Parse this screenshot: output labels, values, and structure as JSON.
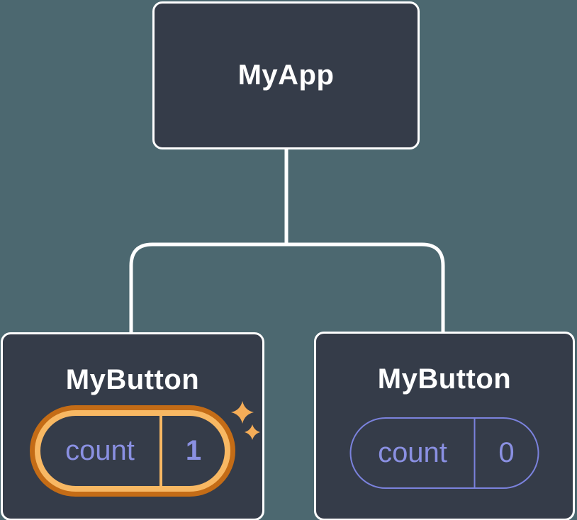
{
  "diagram": {
    "description": "React component tree with state",
    "root": {
      "label": "MyApp"
    },
    "children": [
      {
        "label": "MyButton",
        "state_name": "count",
        "state_value": "1",
        "highlighted": true
      },
      {
        "label": "MyButton",
        "state_name": "count",
        "state_value": "0",
        "highlighted": false
      }
    ]
  },
  "colors": {
    "background": "#4c6870",
    "node_fill": "#353c49",
    "node_border": "#ffffff",
    "node_label_text": "#ffffff",
    "state_text": "#8a90e2",
    "plain_pill_border": "#7b82dd",
    "highlight_ring_outer": "#c46c16",
    "highlight_ring_inner": "#f8b863",
    "sparkle": "#f5ad58",
    "connector": "#ffffff"
  },
  "icons": {
    "sparkle": "sparkle-icon"
  }
}
